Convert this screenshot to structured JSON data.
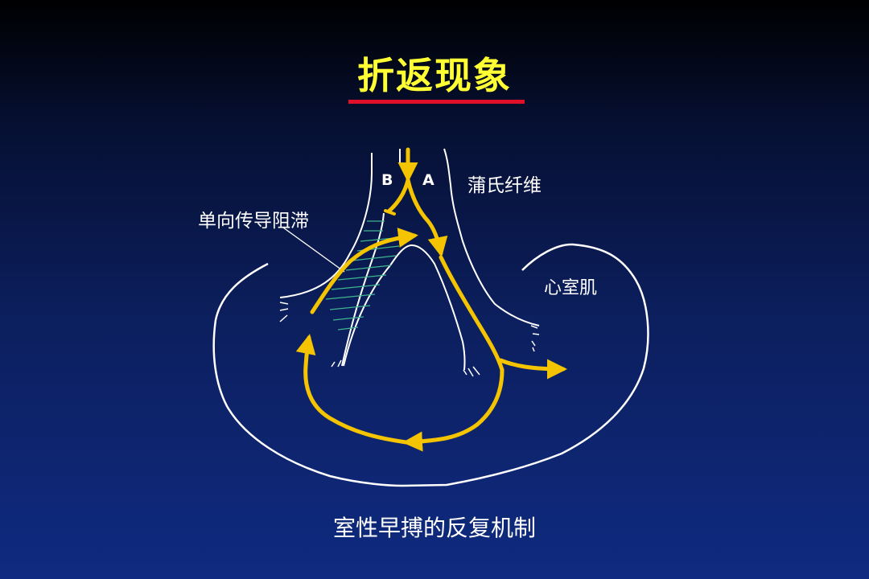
{
  "title": "折返现象",
  "labels": {
    "branch_b": "B",
    "branch_a": "A",
    "purkinje_fiber": "蒲氏纤维",
    "unidirectional_block": "单向传导阻滞",
    "ventricular_muscle": "心室肌"
  },
  "caption": "室性早搏的反复机制",
  "colors": {
    "title": "#ffff33",
    "title_rule": "#e0102a",
    "pathway": "#f5c400",
    "outline": "#ffffff",
    "block_hatch": "#3fb58f"
  }
}
